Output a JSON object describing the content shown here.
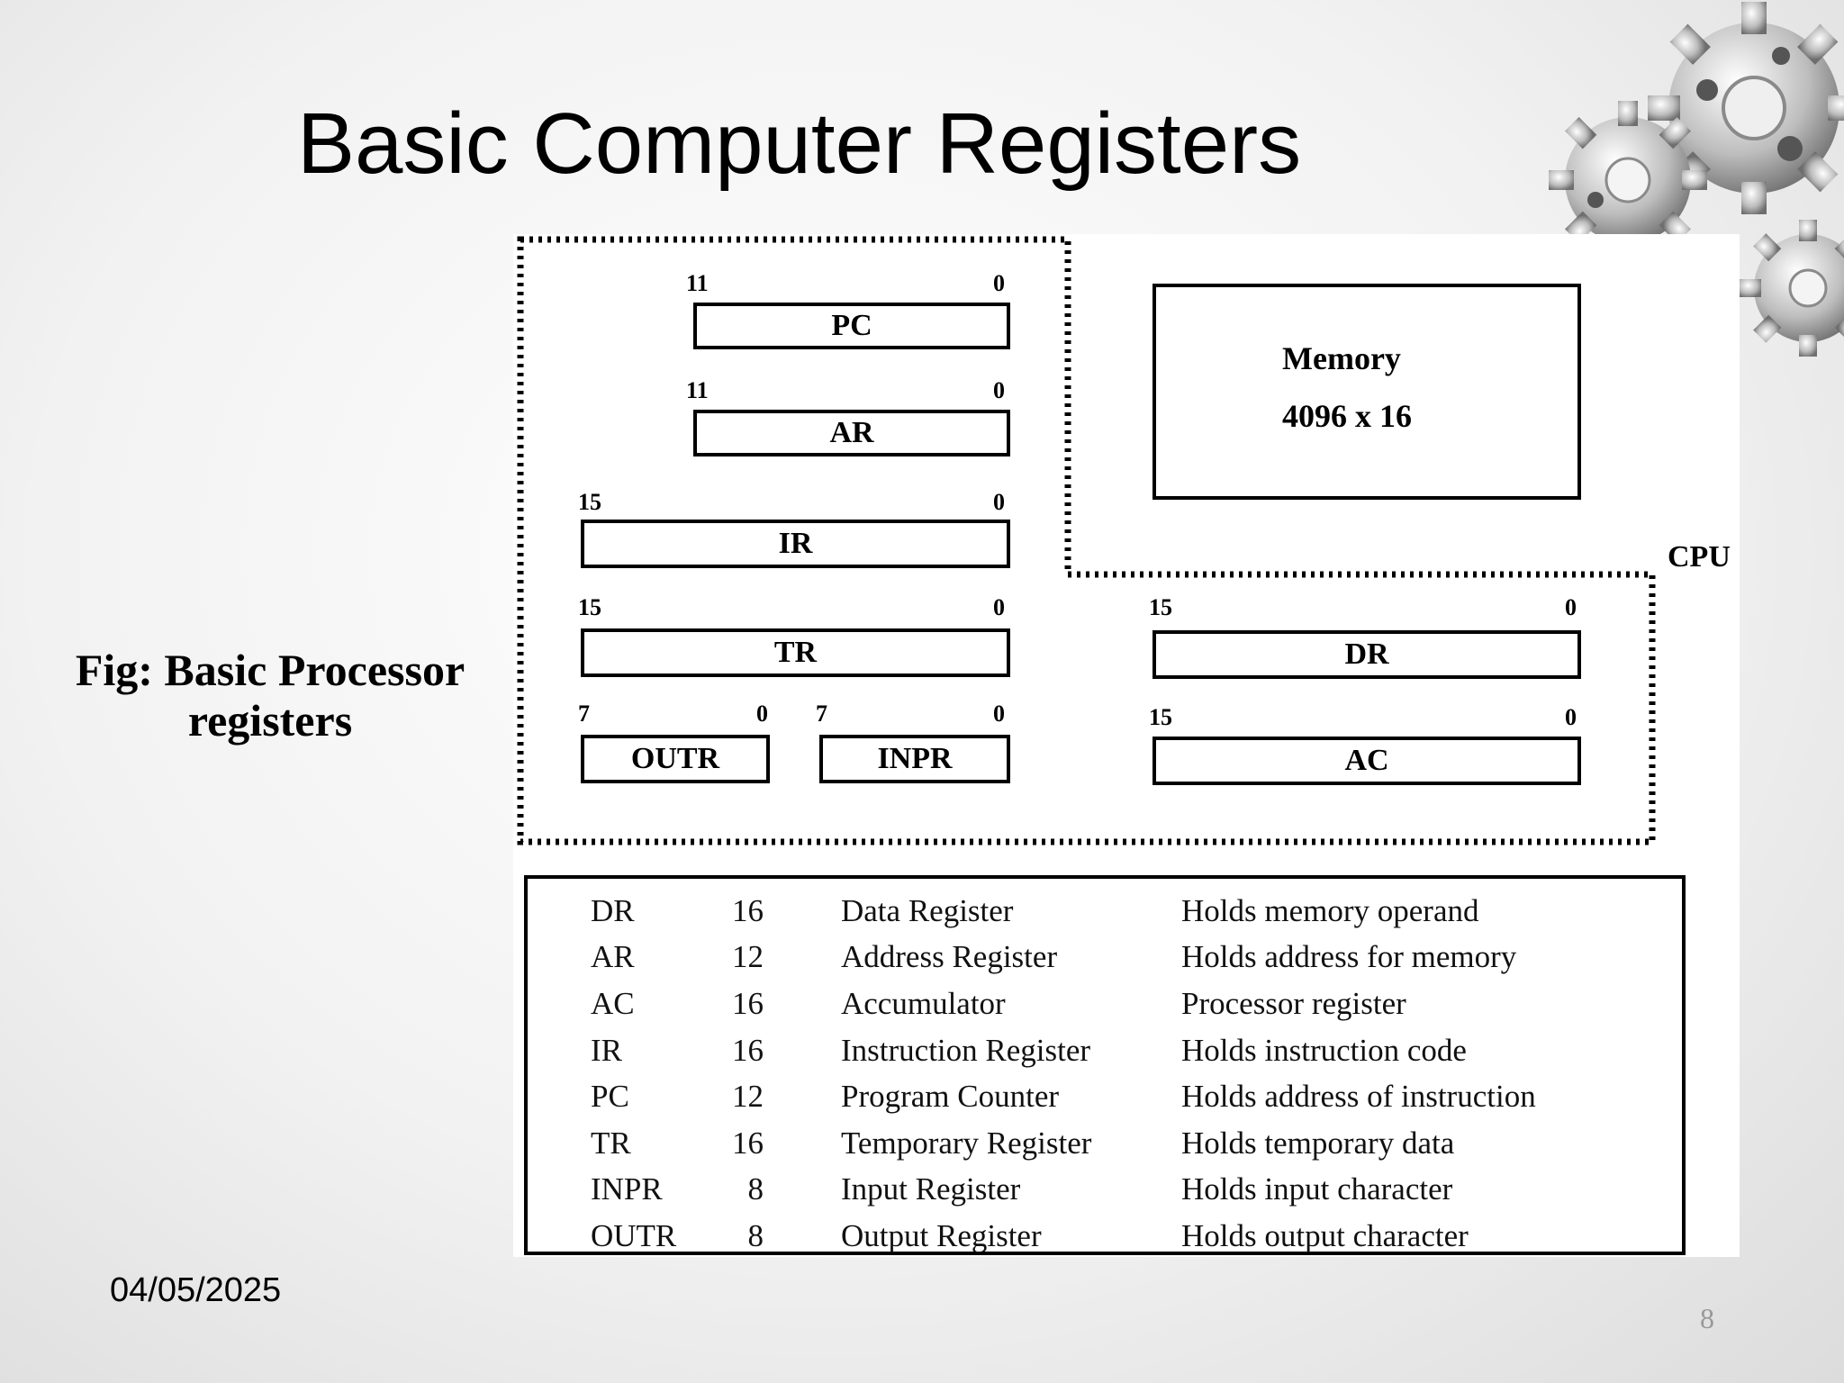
{
  "slide": {
    "title": "Basic Computer Registers",
    "caption": "Fig: Basic Processor registers",
    "date": "04/05/2025",
    "page_number": "8"
  },
  "diagram": {
    "cpu_label": "CPU",
    "memory": {
      "label": "Memory",
      "size": "4096 x 16"
    },
    "registers": [
      {
        "name": "PC",
        "high_bit": "11",
        "low_bit": "0"
      },
      {
        "name": "AR",
        "high_bit": "11",
        "low_bit": "0"
      },
      {
        "name": "IR",
        "high_bit": "15",
        "low_bit": "0"
      },
      {
        "name": "TR",
        "high_bit": "15",
        "low_bit": "0"
      },
      {
        "name": "OUTR",
        "high_bit": "7",
        "low_bit": "0"
      },
      {
        "name": "INPR",
        "high_bit": "7",
        "low_bit": "0"
      },
      {
        "name": "DR",
        "high_bit": "15",
        "low_bit": "0"
      },
      {
        "name": "AC",
        "high_bit": "15",
        "low_bit": "0"
      }
    ]
  },
  "register_table": [
    {
      "symbol": "DR",
      "bits": "16",
      "name": "Data Register",
      "function": "Holds memory operand"
    },
    {
      "symbol": "AR",
      "bits": "12",
      "name": "Address Register",
      "function": "Holds address for memory"
    },
    {
      "symbol": "AC",
      "bits": "16",
      "name": "Accumulator",
      "function": "Processor register"
    },
    {
      "symbol": "IR",
      "bits": "16",
      "name": "Instruction Register",
      "function": "Holds instruction code"
    },
    {
      "symbol": "PC",
      "bits": "12",
      "name": "Program Counter",
      "function": "Holds address of instruction"
    },
    {
      "symbol": "TR",
      "bits": "16",
      "name": "Temporary Register",
      "function": "Holds temporary data"
    },
    {
      "symbol": "INPR",
      "bits": "8",
      "name": "Input Register",
      "function": "Holds input character"
    },
    {
      "symbol": "OUTR",
      "bits": "8",
      "name": "Output Register",
      "function": "Holds output character"
    }
  ],
  "colors": {
    "background": "#f2f2f2",
    "text": "#000000",
    "page_number": "#999999"
  },
  "icons": [
    "gears-decoration-icon"
  ]
}
